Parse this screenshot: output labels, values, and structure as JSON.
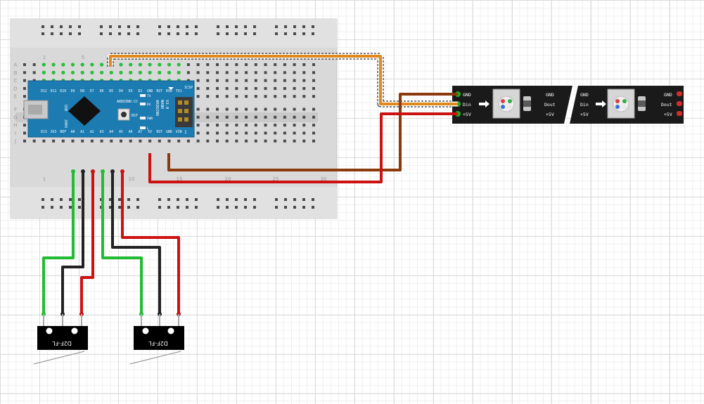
{
  "breadboard": {
    "row_letters": [
      "A",
      "B",
      "C",
      "D",
      "E",
      "F",
      "G",
      "H",
      "I",
      "J"
    ],
    "column_numbers": [
      "1",
      "5",
      "10",
      "15",
      "20",
      "25",
      "30"
    ]
  },
  "arduino": {
    "top_pins": [
      "D12",
      "D11",
      "D10",
      "D9",
      "D8",
      "D7",
      "D6",
      "D5",
      "D4",
      "D3",
      "D2",
      "GND",
      "RST",
      "RX0",
      "TX1"
    ],
    "bottom_pins": [
      "D13",
      "3V3",
      "REF",
      "A0",
      "A1",
      "A2",
      "A3",
      "A4",
      "A5",
      "A6",
      "A7",
      "5V",
      "RST",
      "GND",
      "VIN"
    ],
    "board_labels": {
      "brand": "ARDUINO.CC",
      "model": "ARDUINO",
      "nano": "NANO",
      "version": "V3.0",
      "year": "2009",
      "usb": "USB",
      "icsp": "ICSP",
      "rst_button": "RST",
      "led_tx": "TX",
      "led_rx": "RX",
      "led_pwr": "PWR",
      "led_l": "L",
      "pin_one": "1"
    }
  },
  "led_strip": {
    "input_pins": [
      "GND",
      "Din",
      "+5V"
    ],
    "segment_labels_out": [
      "GND",
      "Dout",
      "+5V"
    ],
    "segment_labels_in": [
      "GND",
      "Din",
      "+5V"
    ],
    "output_pins": [
      "GND",
      "Dout",
      "+5V"
    ]
  },
  "switches": [
    {
      "label": "D2F-FL"
    },
    {
      "label": "D2F-FL"
    }
  ],
  "colors": {
    "breadboard": "#d9d9d9",
    "arduino": "#1c7bb1",
    "strip": "#1a1a1a",
    "wire_green": "#22bb33",
    "wire_black": "#222222",
    "wire_red": "#cc1111",
    "wire_orange": "#e08a1e",
    "wire_brown": "#8b3a0e"
  }
}
